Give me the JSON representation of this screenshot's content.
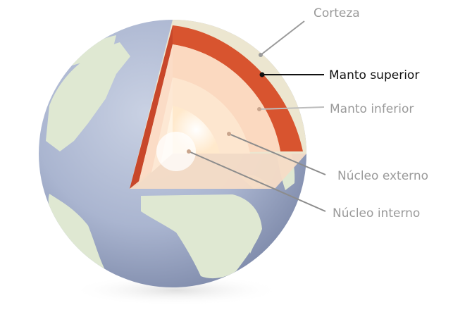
{
  "labels": {
    "corteza": "Corteza",
    "manto_superior": "Manto superior",
    "manto_inferior": "Manto inferior",
    "nucleo_externo": "Núcleo externo",
    "nucleo_interno": "Núcleo interno"
  },
  "highlighted_layer": "manto_superior",
  "colors": {
    "ocean": "#aab5d0",
    "continents": "#dfe8d2",
    "crust": "#ece6d0",
    "upper_mantle": "#d8542f",
    "lower_mantle": "#fbd9c0",
    "outer_core": "#fde6cf",
    "inner_core": "#fff6e6",
    "label_active": "#111111",
    "label_muted": "#9a9a9a",
    "leader_line": "#8c8c8c"
  }
}
